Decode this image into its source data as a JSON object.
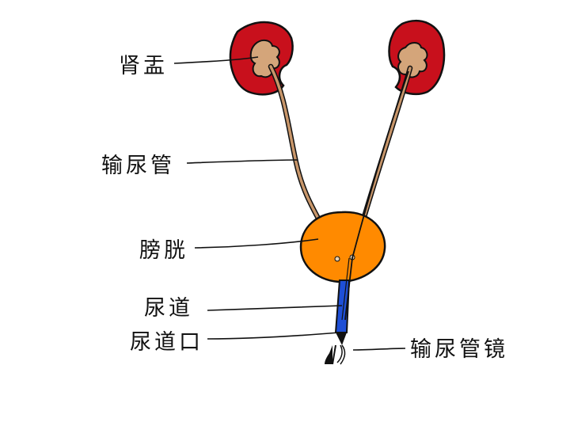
{
  "labels": {
    "renal_pelvis": "肾盂",
    "ureter": "输尿管",
    "bladder": "膀胱",
    "urethra": "尿道",
    "urethral_orifice": "尿道口",
    "ureteroscope": "输尿管镜"
  },
  "colors": {
    "kidney": "#c8101c",
    "pelvis": "#d4a57a",
    "ureter": "#c8966a",
    "bladder": "#ff8a00",
    "urethra": "#1e4fd6",
    "outline": "#111111",
    "background": "#ffffff"
  }
}
